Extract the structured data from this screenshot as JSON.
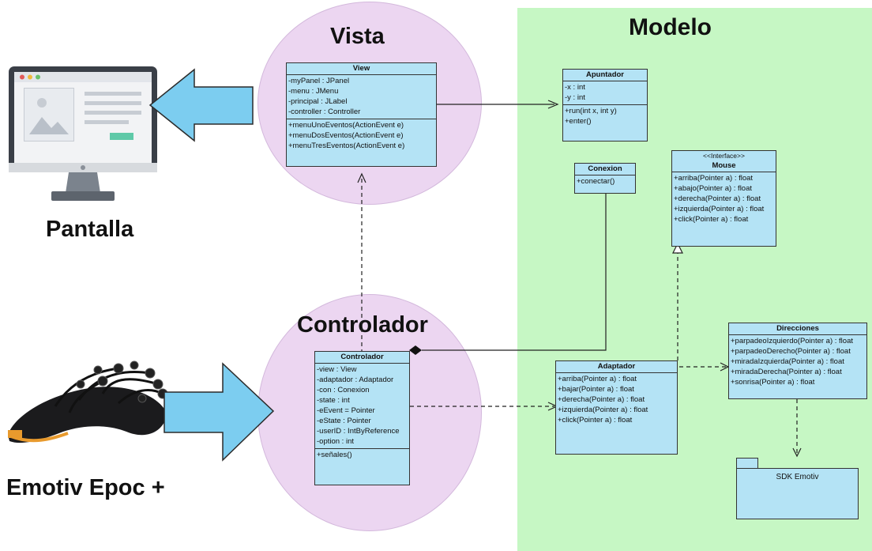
{
  "regions": {
    "vista": "Vista",
    "controlador": "Controlador",
    "modelo": "Modelo"
  },
  "devices": {
    "screen_label": "Pantalla",
    "headset_label": "Emotiv Epoc +"
  },
  "classes": {
    "view": {
      "name": "View",
      "attributes": [
        "-myPanel : JPanel",
        "-menu : JMenu",
        "-principal : JLabel",
        "-controller : Controller"
      ],
      "operations": [
        "+menuUnoEventos(ActionEvent e)",
        "+menuDosEventos(ActionEvent e)",
        "+menuTresEventos(ActionEvent e)"
      ]
    },
    "apuntador": {
      "name": "Apuntador",
      "attributes": [
        "-x : int",
        "-y : int"
      ],
      "operations": [
        "+run(int x, int y)",
        "+enter()"
      ]
    },
    "conexion": {
      "name": "Conexion",
      "operations": [
        "+conectar()"
      ]
    },
    "mouse": {
      "stereotype": "<<Interface>>",
      "name": "Mouse",
      "operations": [
        "+arriba(Pointer a) : float",
        "+abajo(Pointer a) : float",
        "+derecha(Pointer a) : float",
        "+izquierda(Pointer a) : float",
        "+click(Pointer a) : float"
      ]
    },
    "controlador": {
      "name": "Controlador",
      "attributes": [
        "-view : View",
        "-adaptador : Adaptador",
        "-con : Conexion",
        "-state : int",
        "-eEvent = Pointer",
        "-eState : Pointer",
        "-userID : IntByReference",
        "-option : int"
      ],
      "operations": [
        "+señales()"
      ]
    },
    "adaptador": {
      "name": "Adaptador",
      "operations": [
        "+arriba(Pointer a) : float",
        "+bajar(Pointer a) : float",
        "+derecha(Pointer a) : float",
        "+izquierda(Pointer a) : float",
        "+click(Pointer a) : float"
      ]
    },
    "direcciones": {
      "name": "Direcciones",
      "operations": [
        "+parpadeoIzquierdo(Pointer a) : float",
        "+parpadeoDerecho(Pointer a) : float",
        "+miradaIzquierda(Pointer a) : float",
        "+miradaDerecha(Pointer a) : float",
        "+sonrisa(Pointer a) : float"
      ]
    }
  },
  "package": {
    "name": "SDK Emotiv"
  },
  "colors": {
    "modelo_background": "#c6f7c4",
    "ellipse_fill": "#ecd6f1",
    "class_fill": "#b4e3f5",
    "arrow_fill": "#7ccdf0"
  }
}
